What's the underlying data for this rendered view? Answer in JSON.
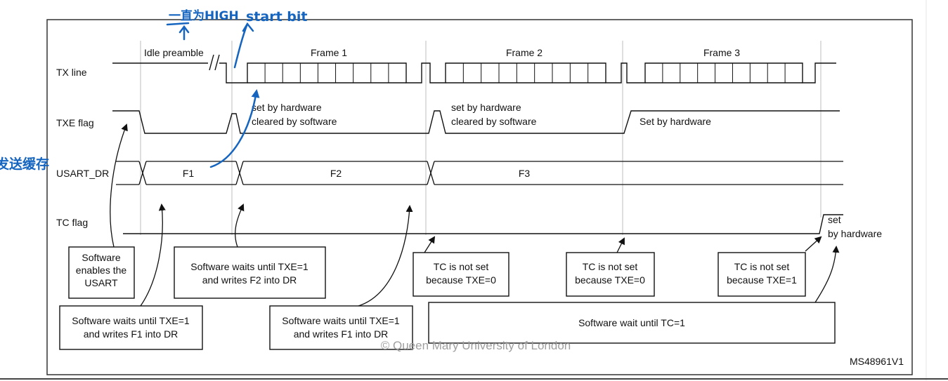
{
  "signals": {
    "tx": "TX line",
    "txe": "TXE flag",
    "dr": "USART_DR",
    "tc": "TC flag"
  },
  "header": {
    "idle": "Idle preamble",
    "frame1": "Frame 1",
    "frame2": "Frame 2",
    "frame3": "Frame 3"
  },
  "dr_values": [
    "F1",
    "F2",
    "F3"
  ],
  "txe_notes": {
    "n1a": "set by hardware",
    "n1b": "cleared by software",
    "n2a": "set by hardware",
    "n2b": "cleared by software",
    "n3": "Set by hardware"
  },
  "tc_note": {
    "a": "set",
    "b": "by hardware"
  },
  "boxes": {
    "enable": [
      "Software",
      "enables the",
      "USART"
    ],
    "wait_f2": [
      "Software waits until TXE=1",
      "and writes F2 into DR"
    ],
    "tc1": [
      "TC is not set",
      "because TXE=0"
    ],
    "tc2": [
      "TC is not set",
      "because TXE=0"
    ],
    "tc3": [
      "TC is not set",
      "because TXE=1"
    ],
    "wait_f1": [
      "Software waits until TXE=1",
      "and writes F1 into DR"
    ],
    "wait_f1b": [
      "Software waits until TXE=1",
      "and writes F1 into DR"
    ],
    "wait_tc": "Software wait until TC=1"
  },
  "footer": {
    "ref": "MS48961V1",
    "watermark": "© Queen Mary University of London"
  },
  "handwriting": {
    "top_left": "一直为HIGH",
    "top_right": "start bit",
    "side": "发送缓存"
  },
  "colors": {
    "ink": "#111111",
    "annotation": "#1565c0",
    "watermark": "#9e9e9e"
  }
}
